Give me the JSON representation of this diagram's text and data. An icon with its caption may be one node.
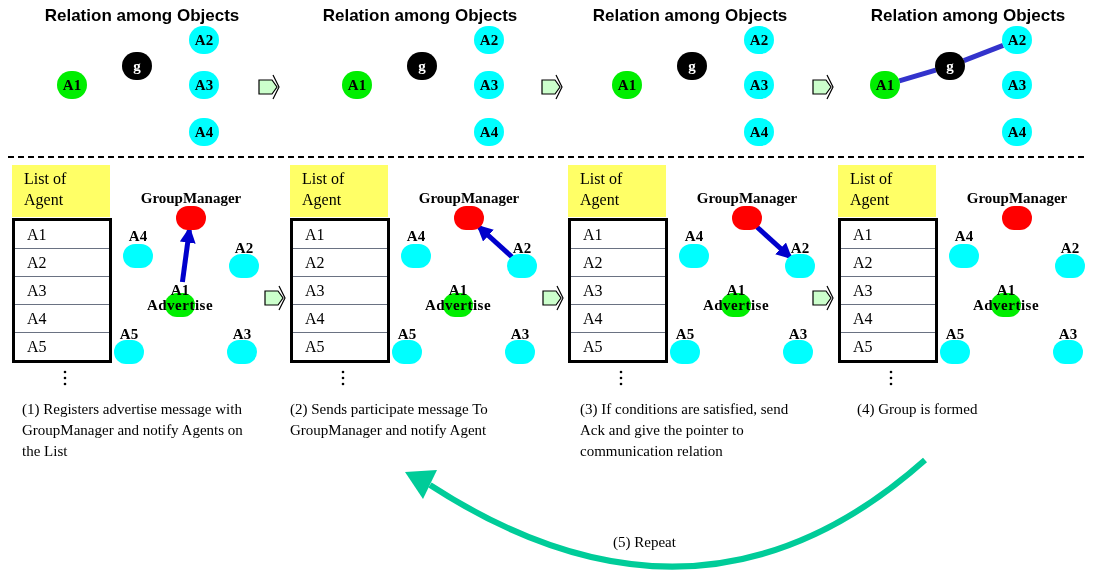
{
  "diagram": {
    "nodes": [
      {
        "text": [
          "A1"
        ]
      },
      {
        "text": [
          "g"
        ]
      },
      {
        "text": [
          "A2"
        ]
      },
      {
        "text": [
          "A3"
        ]
      },
      {
        "text": [
          "A4"
        ]
      },
      {
        "text": [
          "A1"
        ]
      },
      {
        "text": [
          "g"
        ]
      },
      {
        "text": [
          "A2"
        ]
      },
      {
        "text": [
          "A3"
        ]
      },
      {
        "text": [
          "A4"
        ]
      },
      {
        "text": [
          "A1"
        ]
      },
      {
        "text": [
          "g"
        ]
      },
      {
        "text": [
          "A2"
        ]
      },
      {
        "text": [
          "A3"
        ]
      },
      {
        "text": [
          "A4"
        ]
      },
      {
        "text": [
          "A1"
        ]
      },
      {
        "text": [
          "g"
        ]
      },
      {
        "text": [
          "A2"
        ]
      },
      {
        "text": [
          "A3"
        ]
      },
      {
        "text": [
          "A4"
        ]
      },
      {
        "text": [
          "List of Agent"
        ]
      },
      {
        "text": [
          "A1",
          "A2",
          "A3",
          "A4",
          "A5"
        ]
      },
      {
        "text": [
          "GroupManager"
        ]
      },
      {
        "text": [
          "A4"
        ]
      },
      {
        "text": [
          "A2"
        ]
      },
      {
        "text": [
          "A1",
          "Advertise"
        ]
      },
      {
        "text": [
          "A5"
        ]
      },
      {
        "text": [
          "A3"
        ]
      },
      {
        "text": [
          "List of Agent"
        ]
      },
      {
        "text": [
          "A1",
          "A2",
          "A3",
          "A4",
          "A5"
        ]
      },
      {
        "text": [
          "GroupManager"
        ]
      },
      {
        "text": [
          "A4"
        ]
      },
      {
        "text": [
          "A2"
        ]
      },
      {
        "text": [
          "A1",
          "Advertise"
        ]
      },
      {
        "text": [
          "A5"
        ]
      },
      {
        "text": [
          "A3"
        ]
      },
      {
        "text": [
          "List of Agent"
        ]
      },
      {
        "text": [
          "A1",
          "A2",
          "A3",
          "A4",
          "A5"
        ]
      },
      {
        "text": [
          "GroupManager"
        ]
      },
      {
        "text": [
          "A4"
        ]
      },
      {
        "text": [
          "A2"
        ]
      },
      {
        "text": [
          "A1",
          "Advertise"
        ]
      },
      {
        "text": [
          "A5"
        ]
      },
      {
        "text": [
          "A3"
        ]
      },
      {
        "text": [
          "List of Agent"
        ]
      },
      {
        "text": [
          "A1",
          "A2",
          "A3",
          "A4",
          "A5"
        ]
      },
      {
        "text": [
          "GroupManager"
        ]
      },
      {
        "text": [
          "A4"
        ]
      },
      {
        "text": [
          "A2"
        ]
      },
      {
        "text": [
          "A1",
          "Advertise"
        ]
      },
      {
        "text": [
          "A5"
        ]
      },
      {
        "text": [
          "A3"
        ]
      }
    ],
    "edges": [
      {
        "from": 15,
        "to": 16,
        "arrow": "none",
        "color": "#3333cc"
      },
      {
        "from": 16,
        "to": 17,
        "arrow": "none",
        "color": "#3333cc"
      },
      {
        "from": 25,
        "to": 22,
        "arrow": "to"
      },
      {
        "from": 32,
        "to": 30,
        "arrow": "to"
      },
      {
        "from": 38,
        "to": 40,
        "arrow": "to"
      }
    ],
    "labels": [
      "Relation among Objects",
      "Relation among Objects",
      "Relation among Objects",
      "Relation among Objects",
      "(1) Registers advertise message with GroupManager and notify Agents on the List",
      "(2) Sends participate message To GroupManager and notify Agent",
      "(3) If conditions are satisfied, send Ack and give the pointer to communication relation",
      "(4) Group is formed",
      "(5) Repeat"
    ]
  }
}
